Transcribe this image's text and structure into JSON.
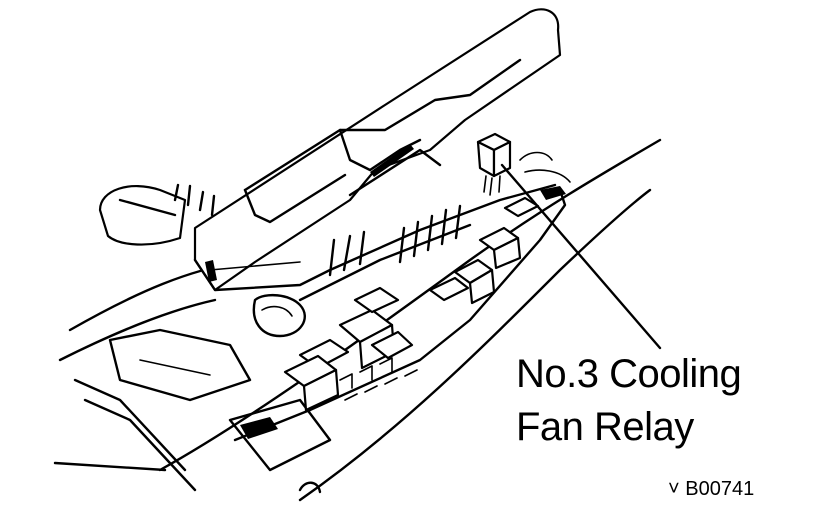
{
  "diagram": {
    "callout_line1": "No.3 Cooling",
    "callout_line2": "Fan Relay",
    "figure_code": "B00741"
  },
  "colors": {
    "ink": "#000000",
    "paper": "#ffffff"
  }
}
